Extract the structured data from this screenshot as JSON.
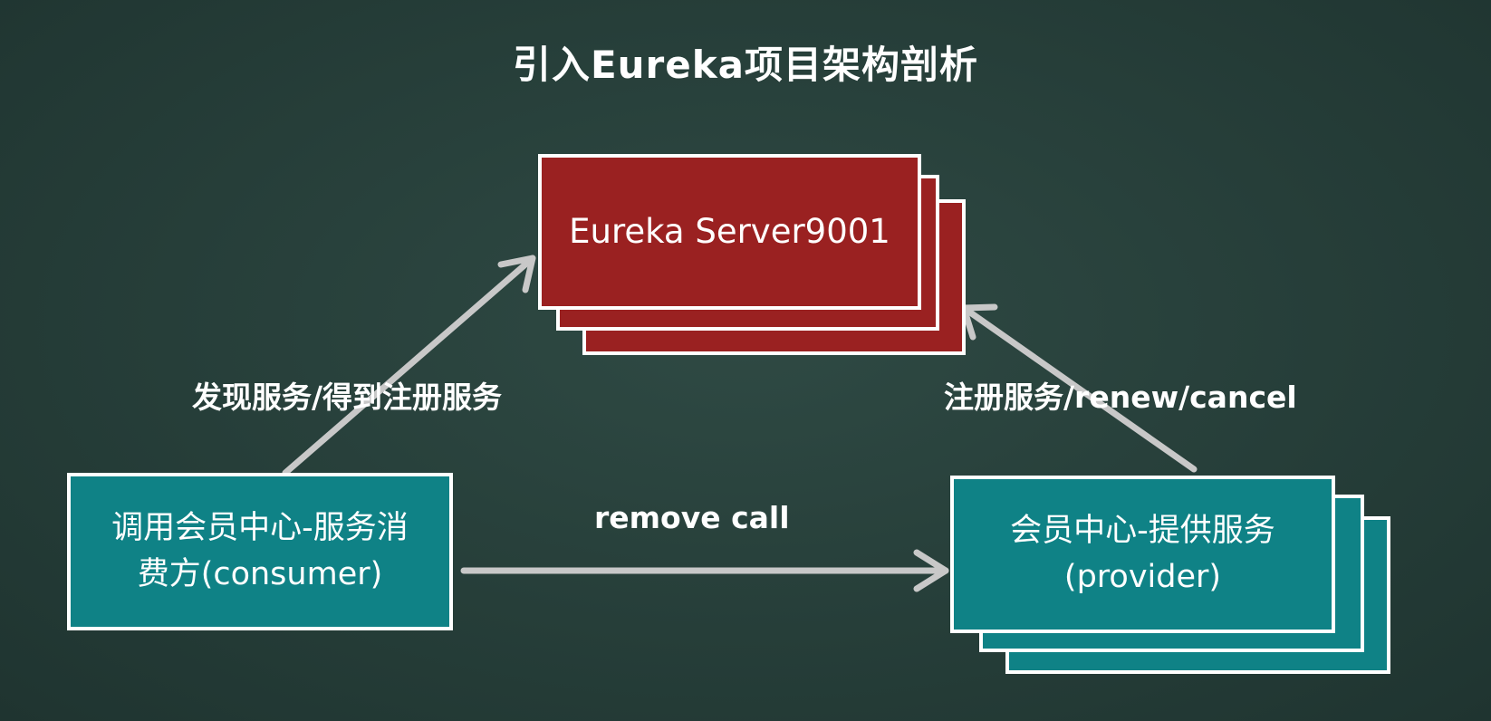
{
  "title": "引入Eureka项目架构剖析",
  "nodes": {
    "server": {
      "label": "Eureka Server9001"
    },
    "consumer": {
      "label_line1": "调用会员中心-服务消",
      "label_line2": "费方(consumer)"
    },
    "provider": {
      "label_line1": "会员中心-提供服务",
      "label_line2": "(provider)"
    }
  },
  "edges": {
    "discover": {
      "label": "发现服务/得到注册服务"
    },
    "register": {
      "label": "注册服务/renew/cancel"
    },
    "call": {
      "label": "remove call"
    }
  },
  "colors": {
    "background": "#263e39",
    "server_fill": "#9a2121",
    "node_fill": "#0f8286",
    "border": "#ffffff",
    "arrow": "#c8c8c8"
  }
}
